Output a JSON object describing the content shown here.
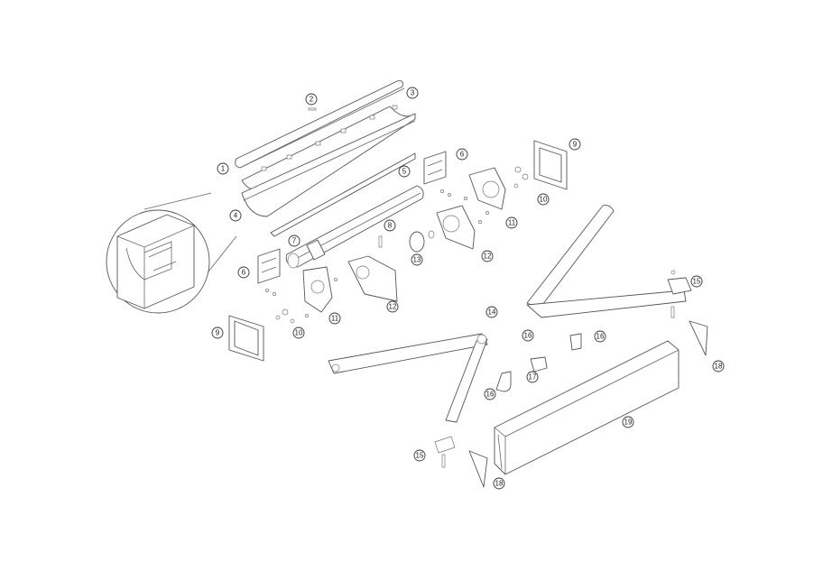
{
  "diagram": {
    "callouts": [
      {
        "id": "c1",
        "label": "1"
      },
      {
        "id": "c2",
        "label": "2"
      },
      {
        "id": "c3",
        "label": "3"
      },
      {
        "id": "c4",
        "label": "4"
      },
      {
        "id": "c5",
        "label": "5"
      },
      {
        "id": "c6a",
        "label": "6"
      },
      {
        "id": "c6b",
        "label": "6"
      },
      {
        "id": "c7",
        "label": "7"
      },
      {
        "id": "c8",
        "label": "8"
      },
      {
        "id": "c9a",
        "label": "9"
      },
      {
        "id": "c9b",
        "label": "9"
      },
      {
        "id": "c10a",
        "label": "10"
      },
      {
        "id": "c10b",
        "label": "10"
      },
      {
        "id": "c11a",
        "label": "11"
      },
      {
        "id": "c11b",
        "label": "11"
      },
      {
        "id": "c12a",
        "label": "12"
      },
      {
        "id": "c12b",
        "label": "12"
      },
      {
        "id": "c13",
        "label": "13"
      },
      {
        "id": "c14",
        "label": "14"
      },
      {
        "id": "c15a",
        "label": "15"
      },
      {
        "id": "c15b",
        "label": "15"
      },
      {
        "id": "c16a",
        "label": "16"
      },
      {
        "id": "c16b",
        "label": "16"
      },
      {
        "id": "c16c",
        "label": "16"
      },
      {
        "id": "c17",
        "label": "17"
      },
      {
        "id": "c18a",
        "label": "18"
      },
      {
        "id": "c18b",
        "label": "18"
      },
      {
        "id": "c19",
        "label": "19"
      }
    ]
  }
}
